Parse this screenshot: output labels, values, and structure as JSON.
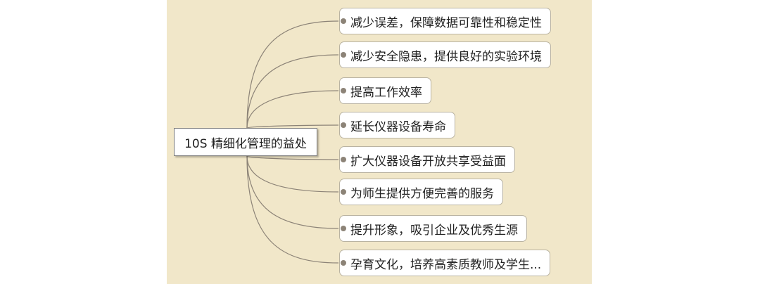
{
  "root": {
    "label": "10S 精细化管理的益处"
  },
  "children": [
    {
      "label": "减少误差，保障数据可靠性和稳定性"
    },
    {
      "label": "减少安全隐患，提供良好的实验环境"
    },
    {
      "label": "提高工作效率"
    },
    {
      "label": "延长仪器设备寿命"
    },
    {
      "label": "扩大仪器设备开放共享受益面"
    },
    {
      "label": "为师生提供方便完善的服务"
    },
    {
      "label": "提升形象，吸引企业及优秀生源"
    },
    {
      "label": "孕育文化，培养高素质教师及学生..."
    }
  ],
  "colors": {
    "background": "#f1e7c9",
    "connector": "#8c8377",
    "node_border": "#b9b3a2"
  }
}
